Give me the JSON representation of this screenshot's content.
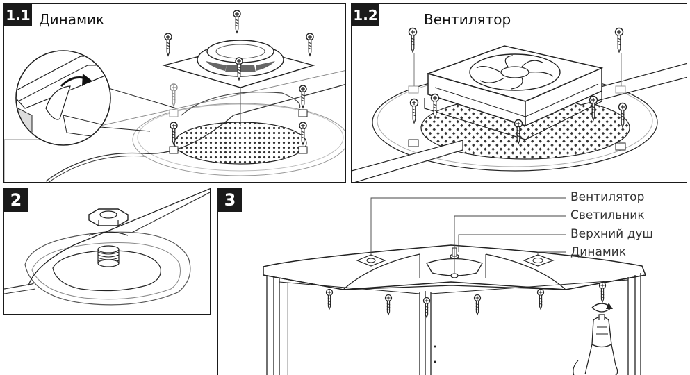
{
  "panels": {
    "p11": {
      "number": "1.1",
      "title": "Динамик"
    },
    "p12": {
      "number": "1.2",
      "title": "Вентилятор"
    },
    "p2": {
      "number": "2"
    },
    "p3": {
      "number": "3"
    }
  },
  "callouts": [
    "Вентилятор",
    "Светильник",
    "Верхний душ",
    "Динамик"
  ],
  "icons": [
    "screw-icon",
    "speaker-icon",
    "fan-icon",
    "nut-icon",
    "drill-icon",
    "rotate-arrow-icon"
  ]
}
